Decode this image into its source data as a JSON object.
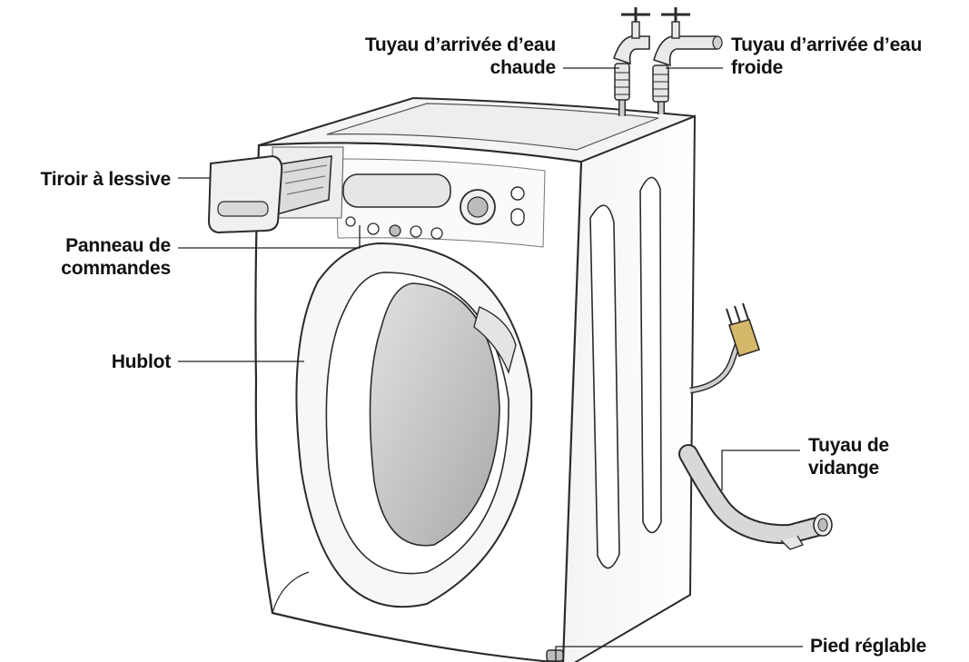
{
  "title": "",
  "colors": {
    "outline": "#2b2b2b",
    "body": "#ffffff",
    "shade": "#e9e9e9",
    "glass": "#c9c9c9",
    "metal": "#bdbdbd",
    "plug": "#d6b86a",
    "leader": "#222222"
  },
  "labels": {
    "hot_inlet": [
      "Tuyau d’arrivée d’eau",
      "chaude"
    ],
    "cold_inlet": [
      "Tuyau d’arrivée d’eau",
      "froide"
    ],
    "detergent_drawer": "Tiroir à lessive",
    "control_panel": [
      "Panneau de",
      "commandes"
    ],
    "door": "Hublot",
    "drain_hose": [
      "Tuyau de",
      "vidange"
    ],
    "adjustable_foot": "Pied réglable"
  }
}
